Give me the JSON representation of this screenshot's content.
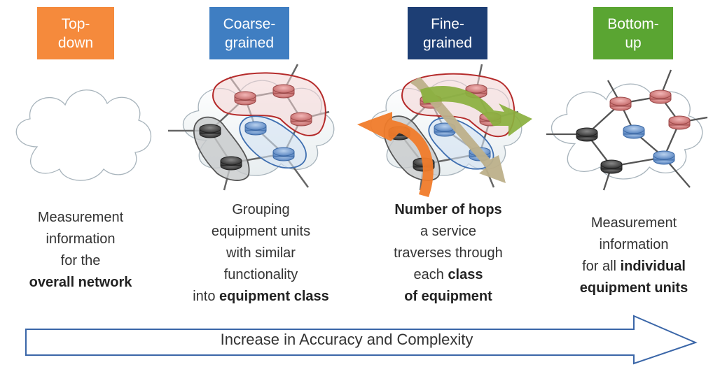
{
  "approaches": [
    {
      "label": "Top-\ndown",
      "color": "#f58a3c",
      "lines": [
        [
          "Measurement"
        ],
        [
          "information"
        ],
        [
          "for the"
        ],
        [
          {
            "b": "overall network"
          }
        ]
      ]
    },
    {
      "label": "Coarse-\ngrained",
      "color": "#3f7ec2",
      "lines": [
        [
          "Grouping"
        ],
        [
          "equipment  units"
        ],
        [
          "with similar"
        ],
        [
          "functionality"
        ],
        [
          "into ",
          {
            "b": "equipment class"
          }
        ]
      ]
    },
    {
      "label": "Fine-\ngrained",
      "color": "#1d3e74",
      "lines": [
        [
          {
            "b": "Number of hops"
          }
        ],
        [
          "a service"
        ],
        [
          "traverses through"
        ],
        [
          "each ",
          {
            "b": "class"
          }
        ],
        [
          {
            "b": "of equipment"
          }
        ]
      ]
    },
    {
      "label": "Bottom-\nup",
      "color": "#5aa532",
      "lines": [
        [
          "Measurement"
        ],
        [
          "information"
        ],
        [
          "for all ",
          {
            "b": "individual"
          }
        ],
        [
          {
            "b": "equipment units"
          }
        ]
      ]
    }
  ],
  "arrow_label": "Increase in Accuracy and Complexity"
}
